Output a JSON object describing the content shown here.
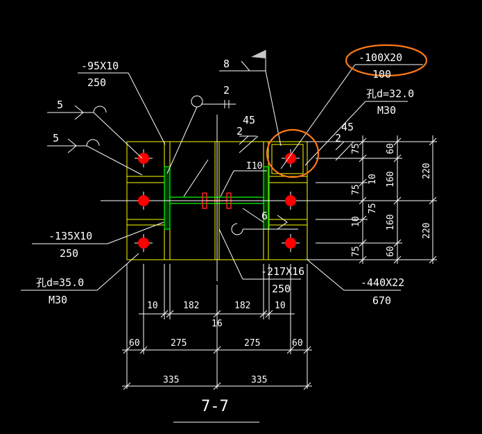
{
  "title": "7-7",
  "colors": {
    "background": "#000000",
    "outline": "#ffff00",
    "stiffener": "#00ff00",
    "bolt": "#ff0000",
    "annotation_line": "#ffffff",
    "markup": "#ff7a18"
  },
  "labels": {
    "plate_95": "-95X10",
    "plate_95_len": "250",
    "plate_100": "-100X20",
    "plate_100_len": "100",
    "bolt_top_spec": "孔d=32.0",
    "bolt_top_grade": "M30",
    "plate_135": "-135X10",
    "plate_135_len": "250",
    "bolt_bot_spec": "孔d=35.0",
    "bolt_bot_grade": "M30",
    "plate_217": "-217X16",
    "plate_217_len": "250",
    "plate_440": "-440X22",
    "plate_440_len": "670",
    "section_i10": "I10"
  },
  "weld_symbols": {
    "w8": "8",
    "w5a": "5",
    "w5b": "5",
    "w2a": "2",
    "w2b": "2",
    "w45a": "45",
    "w2c": "2",
    "w45b": "45",
    "w6": "6"
  },
  "dimensions": {
    "right_inner": [
      "60",
      "10",
      "75",
      "75",
      "10",
      "75",
      "60"
    ],
    "right_mid": [
      "160",
      "160"
    ],
    "right_outer": [
      "220",
      "220"
    ],
    "bottom_row1": [
      "10",
      "182",
      "182",
      "10"
    ],
    "bottom_row1_center": "16",
    "bottom_row2": [
      "60",
      "275",
      "275",
      "60"
    ],
    "bottom_row3": [
      "335",
      "335"
    ]
  }
}
